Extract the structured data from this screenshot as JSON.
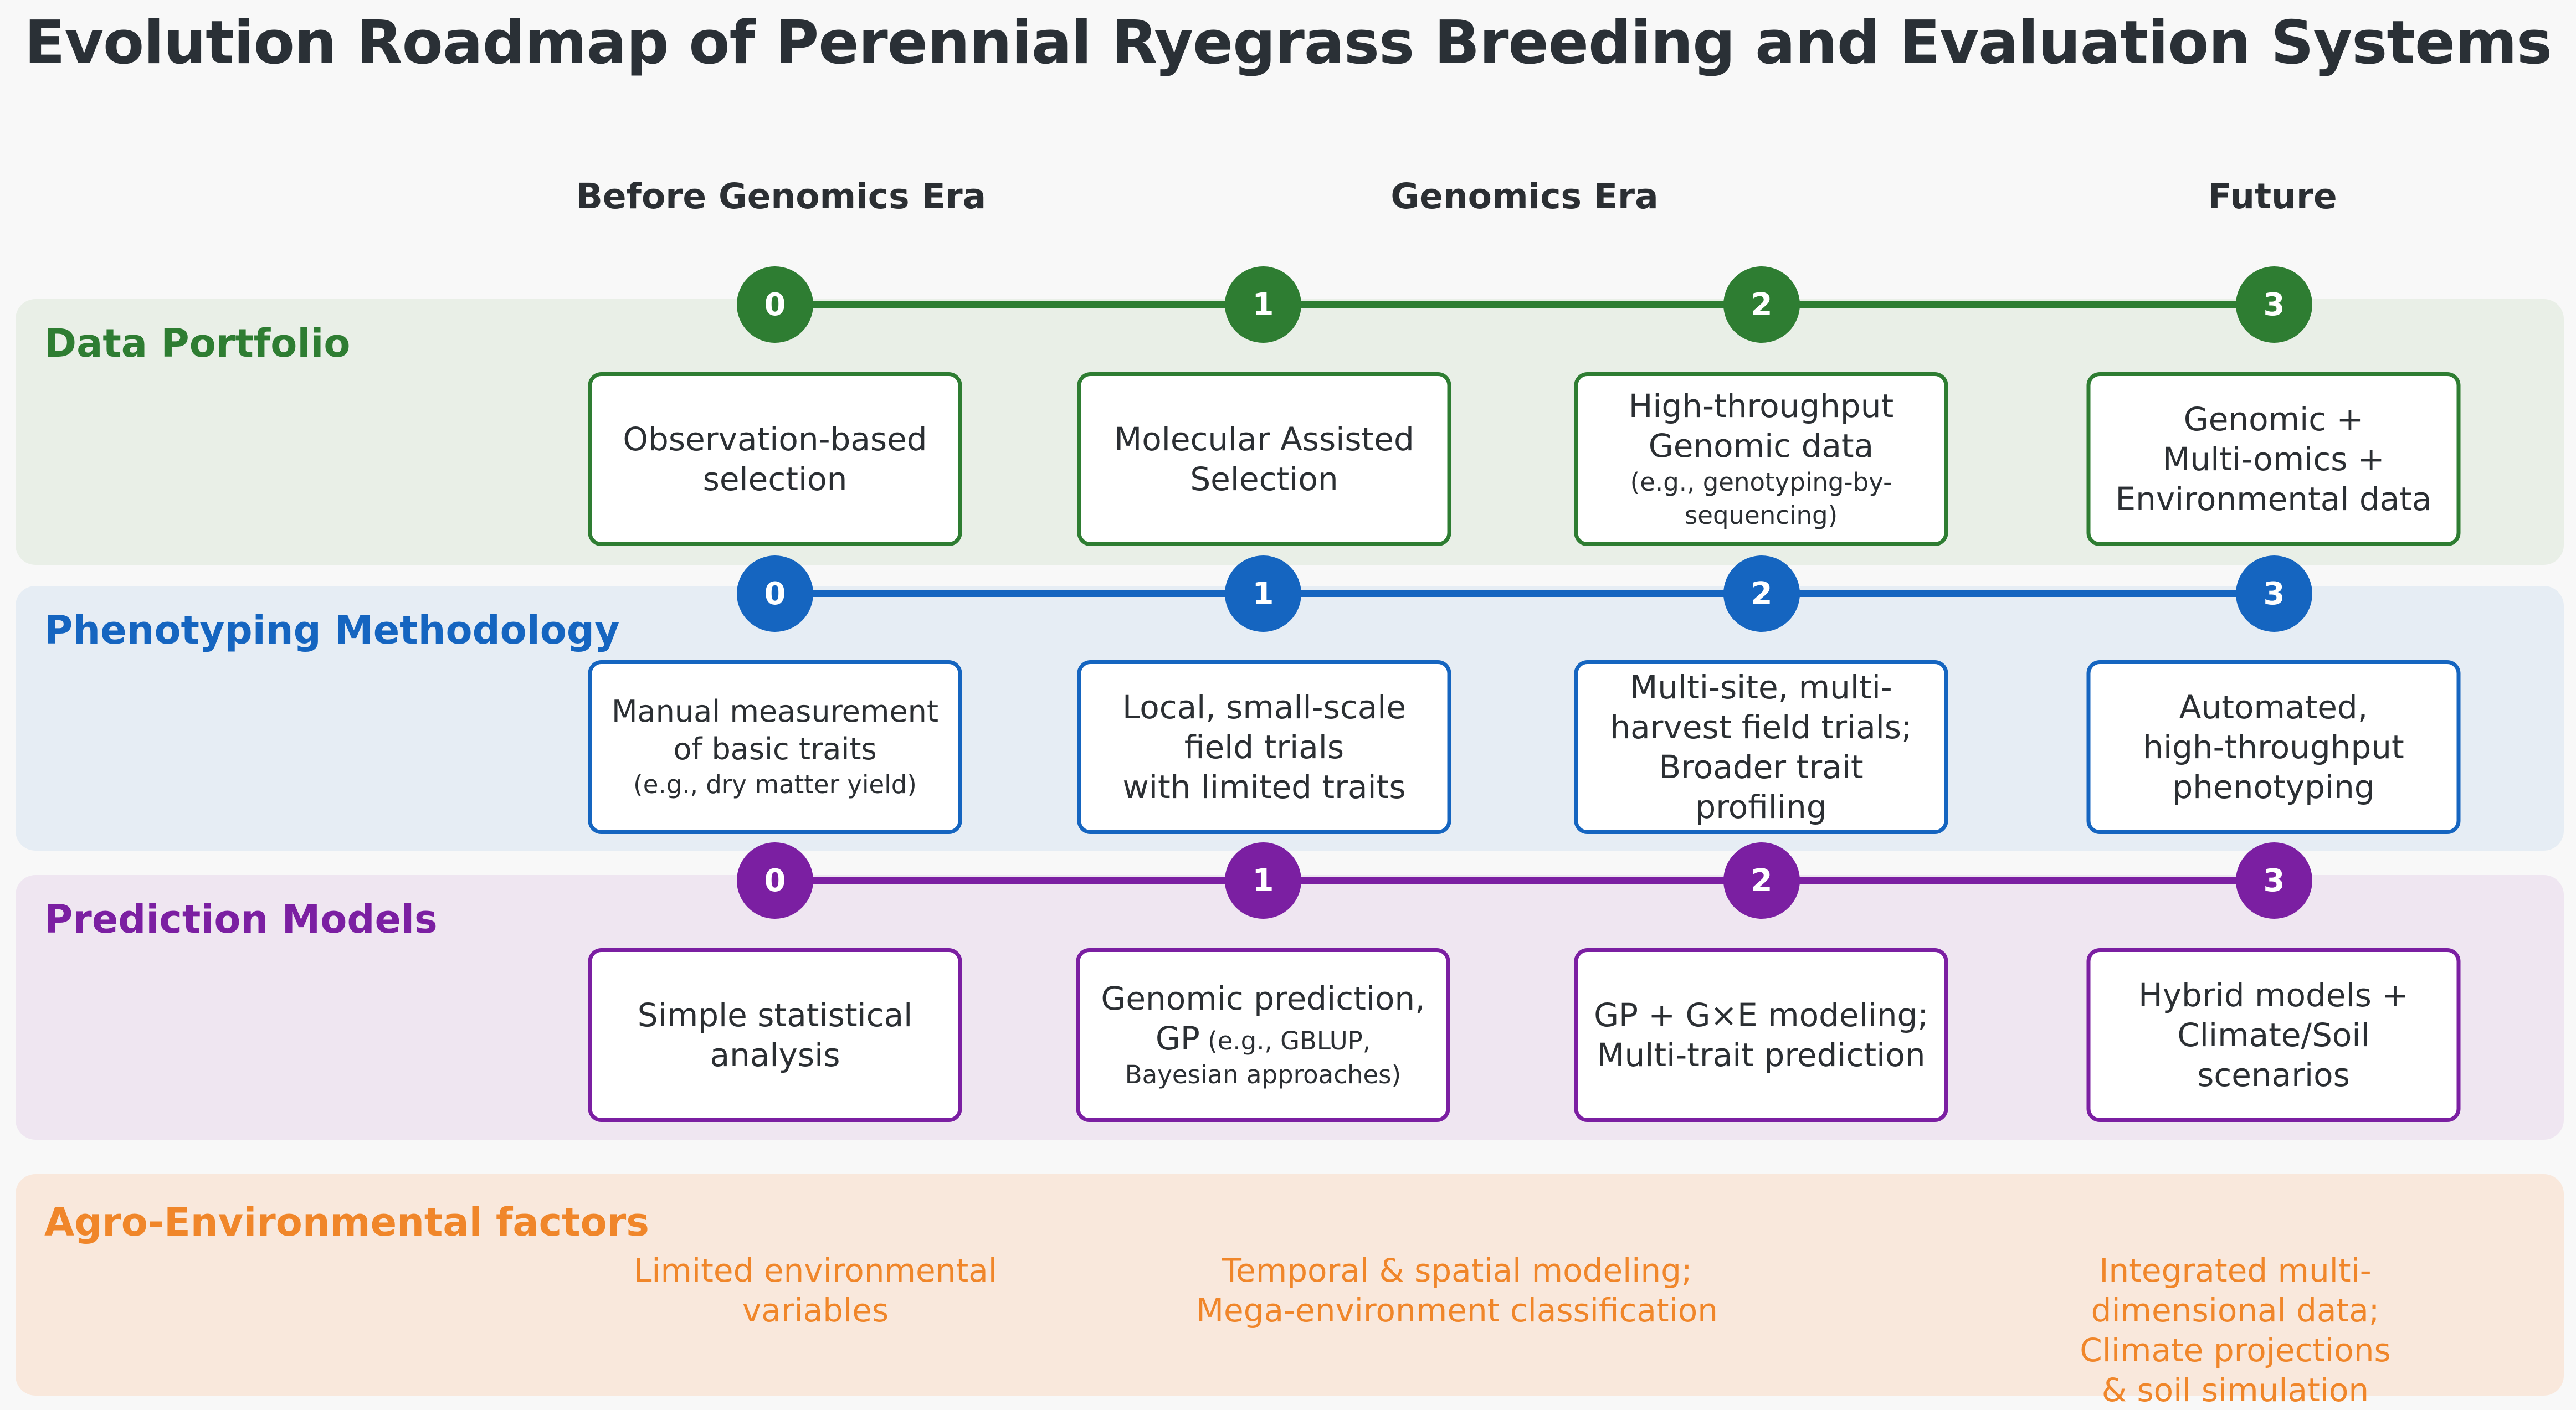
{
  "title": "Evolution Roadmap of Perennial Ryegrass Breeding and Evaluation Systems",
  "eras": [
    {
      "label": "Before Genomics Era"
    },
    {
      "label": "Genomics Era"
    },
    {
      "label": "Future"
    }
  ],
  "colors": {
    "data_portfolio": "#2e7d32",
    "phenotyping": "#1565c0",
    "prediction": "#7b1fa2",
    "agro": "#f0862a"
  },
  "rows": {
    "data_portfolio": {
      "label": "Data Portfolio",
      "nodes": [
        "0",
        "1",
        "2",
        "3"
      ],
      "cards": [
        {
          "main": "Observation-based\nselection",
          "sub": ""
        },
        {
          "main": "Molecular Assisted\nSelection",
          "sub": ""
        },
        {
          "main": "High-throughput\nGenomic data",
          "sub": "(e.g., genotyping-by-\nsequencing)"
        },
        {
          "main": "Genomic +\nMulti-omics +\nEnvironmental data",
          "sub": ""
        }
      ]
    },
    "phenotyping": {
      "label": "Phenotyping Methodology",
      "nodes": [
        "0",
        "1",
        "2",
        "3"
      ],
      "cards": [
        {
          "main": "Manual measurement\nof basic traits",
          "sub": "(e.g., dry matter yield)"
        },
        {
          "main": "Local, small-scale\nfield trials\nwith limited traits",
          "sub": ""
        },
        {
          "main": "Multi-site, multi-\nharvest field trials;\nBroader trait profiling",
          "sub": ""
        },
        {
          "main": "Automated,\nhigh-throughput\nphenotyping",
          "sub": ""
        }
      ]
    },
    "prediction": {
      "label": "Prediction Models",
      "nodes": [
        "0",
        "1",
        "2",
        "3"
      ],
      "cards": [
        {
          "main": "Simple statistical\nanalysis",
          "sub": ""
        },
        {
          "main": "Genomic prediction,",
          "main2": "GP",
          "sub_inline": " (e.g., GBLUP,",
          "sub": "Bayesian approaches)"
        },
        {
          "main": "GP + G×E modeling;\nMulti-trait prediction",
          "sub": ""
        },
        {
          "main": "Hybrid models +\nClimate/Soil scenarios",
          "sub": ""
        }
      ]
    },
    "agro": {
      "label": "Agro-Environmental factors",
      "items": [
        "Limited environmental\nvariables",
        "Temporal & spatial modeling;\nMega-environment classification",
        "Integrated multi-dimensional data;\nClimate projections & soil simulation"
      ]
    }
  }
}
